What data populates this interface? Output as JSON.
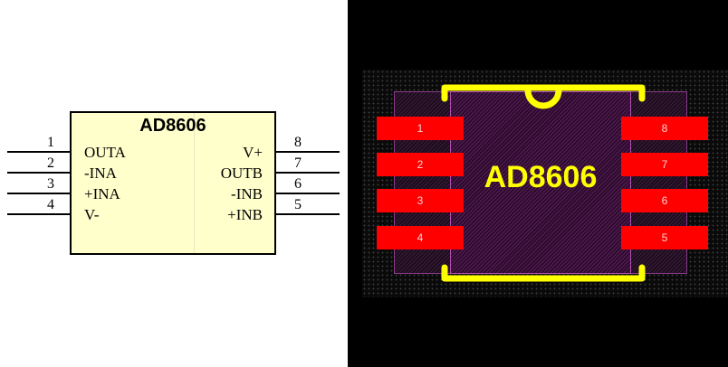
{
  "schematic": {
    "title": "AD8606",
    "left_pins": [
      {
        "number": "1",
        "name": "OUTA"
      },
      {
        "number": "2",
        "name": "-INA"
      },
      {
        "number": "3",
        "name": "+INA"
      },
      {
        "number": "4",
        "name": "V-"
      }
    ],
    "right_pins": [
      {
        "number": "8",
        "name": "V+"
      },
      {
        "number": "7",
        "name": "OUTB"
      },
      {
        "number": "6",
        "name": "-INB"
      },
      {
        "number": "5",
        "name": "+INB"
      }
    ]
  },
  "pcb": {
    "label": "AD8606",
    "left_pads": [
      "1",
      "2",
      "3",
      "4"
    ],
    "right_pads": [
      "8",
      "7",
      "6",
      "5"
    ],
    "colors": {
      "pad": "#ff0000",
      "silkscreen": "#ffff00",
      "background": "#000000",
      "outline": "#b050b0"
    }
  }
}
